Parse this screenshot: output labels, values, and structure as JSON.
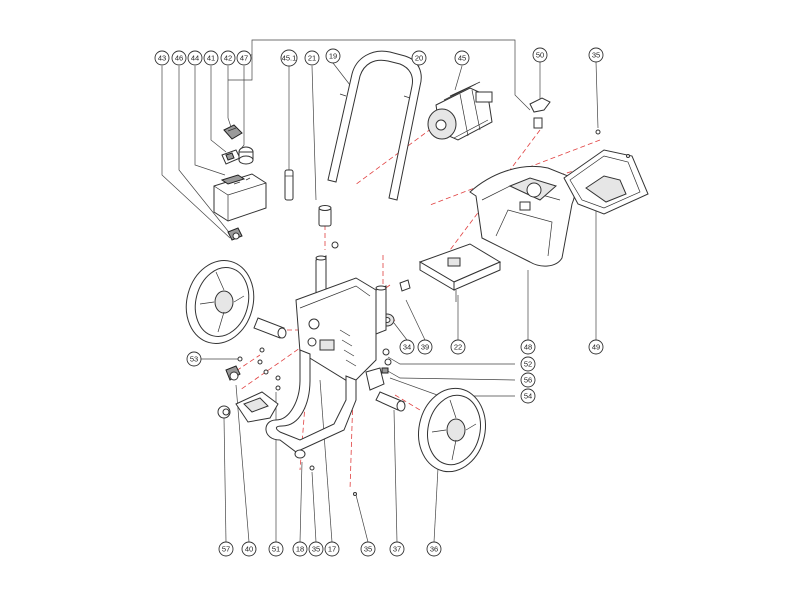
{
  "callouts": [
    {
      "id": "c43",
      "label": "43"
    },
    {
      "id": "c46",
      "label": "46"
    },
    {
      "id": "c44",
      "label": "44"
    },
    {
      "id": "c41",
      "label": "41"
    },
    {
      "id": "c42",
      "label": "42"
    },
    {
      "id": "c47",
      "label": "47"
    },
    {
      "id": "c45-1",
      "label": "45.1"
    },
    {
      "id": "c21",
      "label": "21"
    },
    {
      "id": "c19",
      "label": "19"
    },
    {
      "id": "c20",
      "label": "20"
    },
    {
      "id": "c45",
      "label": "45"
    },
    {
      "id": "c50",
      "label": "50"
    },
    {
      "id": "c35-top",
      "label": "35"
    },
    {
      "id": "c22",
      "label": "22"
    },
    {
      "id": "c39",
      "label": "39"
    },
    {
      "id": "c34",
      "label": "34"
    },
    {
      "id": "c48",
      "label": "48"
    },
    {
      "id": "c49",
      "label": "49"
    },
    {
      "id": "c53",
      "label": "53"
    },
    {
      "id": "c52",
      "label": "52"
    },
    {
      "id": "c56",
      "label": "56"
    },
    {
      "id": "c54",
      "label": "54"
    },
    {
      "id": "c57",
      "label": "57"
    },
    {
      "id": "c40",
      "label": "40"
    },
    {
      "id": "c51",
      "label": "51"
    },
    {
      "id": "c18",
      "label": "18"
    },
    {
      "id": "c35-bottom-a",
      "label": "35"
    },
    {
      "id": "c17",
      "label": "17"
    },
    {
      "id": "c35-bottom-b",
      "label": "35"
    },
    {
      "id": "c37",
      "label": "37"
    },
    {
      "id": "c36",
      "label": "36"
    }
  ]
}
